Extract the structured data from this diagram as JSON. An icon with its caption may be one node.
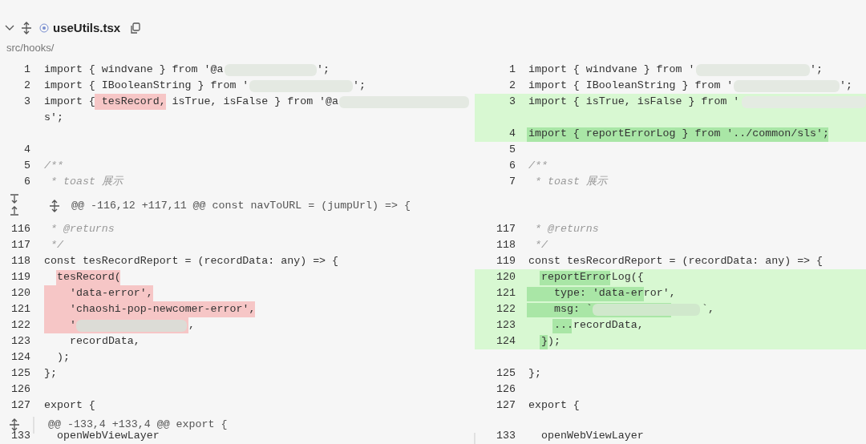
{
  "diagram": {
    "title": "useUtils.tsx",
    "labels": [
      "src/hooks/",
      "1",
      "import { windvane } from '@a",
      "';",
      "1",
      "import { windvane } from '",
      "';",
      "2",
      "import { IBooleanString } from '",
      "';",
      "2",
      "import { IBooleanString } from '",
      "';",
      "3",
      "import { tesRecord, isTrue, isFalse } from '@a",
      "3",
      "import { isTrue, isFalse } from '",
      "s';",
      "4",
      "import { reportErrorLog } from '../common/sls';",
      "4",
      "5",
      "5",
      "/**",
      "6",
      "/**",
      "6",
      "* toast 展示",
      "7",
      "* toast 展示",
      "@@ -116,12 +117,11 @@ const navToURL = (jumpUrl) => {",
      "116",
      "* @returns",
      "117",
      "* @returns",
      "117",
      "*/",
      "118",
      "*/",
      "118",
      "const tesRecordReport = (recordData: any) => {",
      "119",
      "const tesRecordReport = (recordData: any) => {",
      "119",
      "tesRecord(",
      "120",
      "reportErrorLog({",
      "120",
      "'data-error',",
      "121",
      "type: 'data-error',",
      "121",
      "'chaoshi-pop-newcomer-error',",
      "122",
      "msg: `",
      "`,",
      "122",
      "'",
      ",",
      "123",
      "...recordData,",
      "123",
      "recordData,",
      "124",
      "});",
      "124",
      ");",
      "125",
      "};",
      "125",
      "};",
      "126",
      "126",
      "127",
      "export {",
      "127",
      "export {",
      "@@ -133,4 +133,4 @@ export {",
      "133",
      "openWebViewLayer",
      "133",
      "openWebViewLayer"
    ]
  }
}
